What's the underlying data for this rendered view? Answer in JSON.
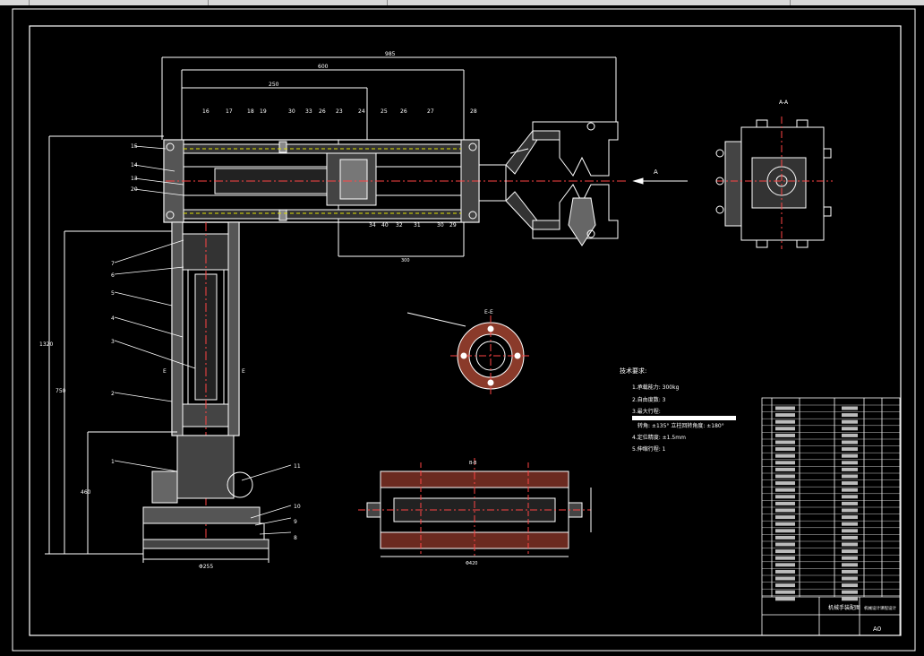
{
  "title_small": "A-A",
  "view_arrow_label": "A",
  "section_label": "E-E",
  "section_label_b": "B-B",
  "dims": {
    "top": "985",
    "mid": "600",
    "short": "250",
    "lower": "300",
    "height_total": "1320",
    "height_col": "750",
    "height_base": "460",
    "base_width": "Φ255",
    "detail_width": "Φ420"
  },
  "callouts_left": [
    "15",
    "14",
    "13",
    "20",
    "7",
    "6",
    "5",
    "4",
    "3",
    "2",
    "1"
  ],
  "callouts_top": [
    "16",
    "17",
    "18",
    "19",
    "30",
    "33",
    "26",
    "23",
    "24",
    "25",
    "26",
    "27",
    "28"
  ],
  "callouts_mid": [
    "34",
    "40",
    "32",
    "31",
    "30",
    "29"
  ],
  "callouts_right_base": [
    "11",
    "10",
    "9",
    "8"
  ],
  "callout_E": "E",
  "tech_requirements": {
    "heading": "技术要求:",
    "items": [
      "1.承载能力: 300kg",
      "2.自由度数: 3",
      "3.最大行程:",
      "转角: ±135°  立柱回转角度: ±180°",
      "4.定位精度: ±1.5mm",
      "5.伸缩行程: 1"
    ]
  },
  "title_block": {
    "name": "机械手装配图",
    "school": "机械设计课程设计",
    "sheet": "A0"
  }
}
